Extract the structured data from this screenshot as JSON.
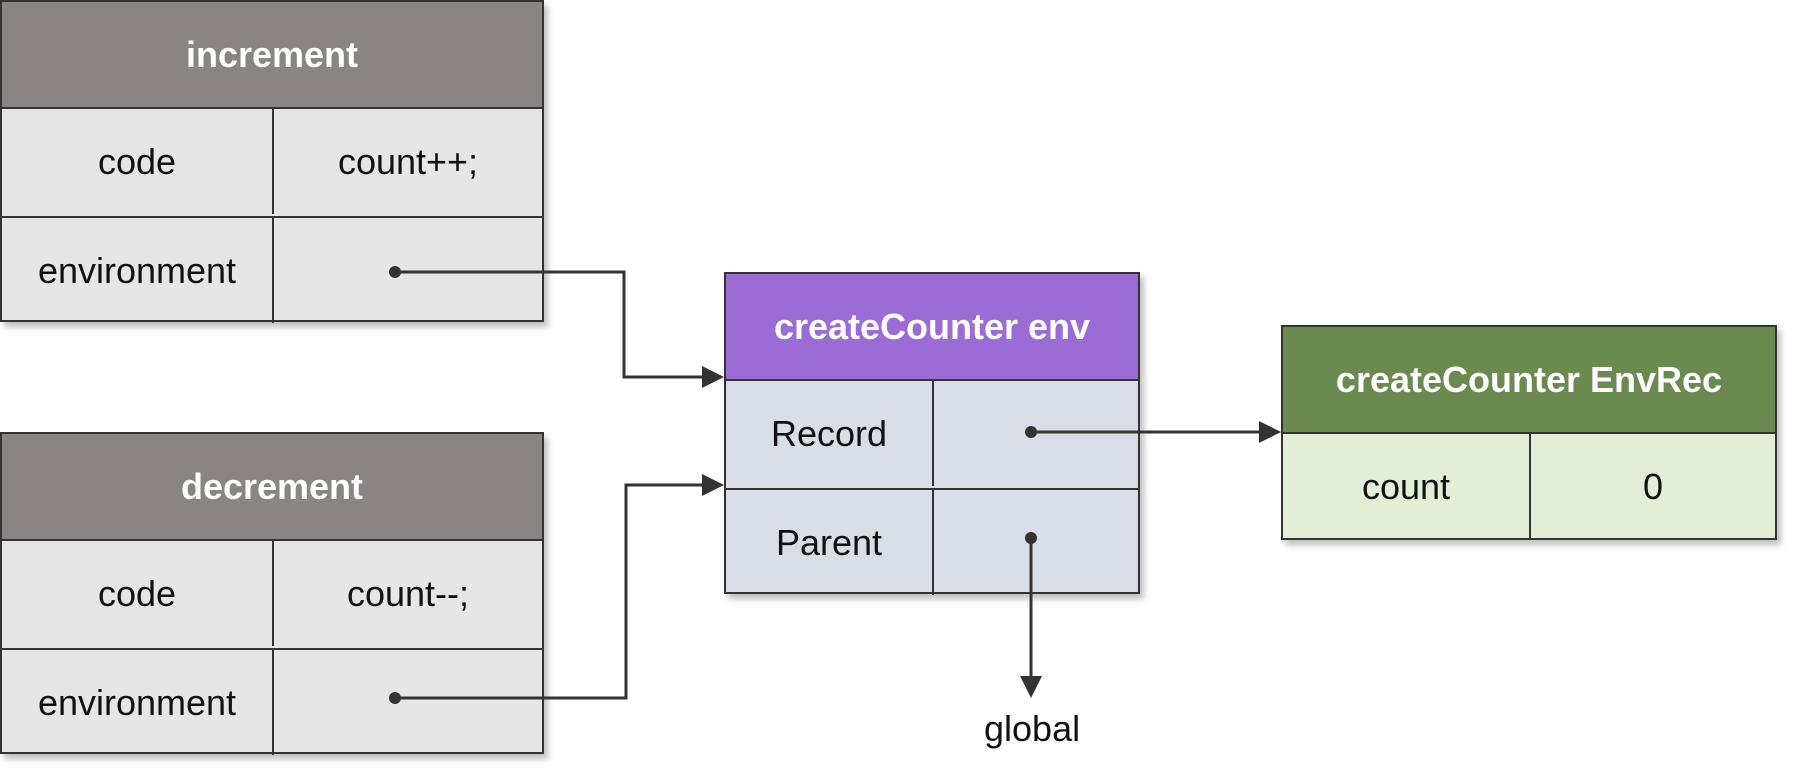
{
  "colors": {
    "function_header": "#8a8583",
    "function_body": "#e6e6e6",
    "env_header": "#9b6bd6",
    "env_body": "#d8dde6",
    "envrec_header": "#6b8a50",
    "envrec_body": "#e2eed6",
    "line": "#333333"
  },
  "increment": {
    "title": "increment",
    "rows": [
      {
        "key": "code",
        "value": "count++;"
      },
      {
        "key": "environment",
        "value": ""
      }
    ]
  },
  "decrement": {
    "title": "decrement",
    "rows": [
      {
        "key": "code",
        "value": "count--;"
      },
      {
        "key": "environment",
        "value": ""
      }
    ]
  },
  "env": {
    "title": "createCounter env",
    "rows": [
      {
        "key": "Record",
        "value": ""
      },
      {
        "key": "Parent",
        "value": ""
      }
    ]
  },
  "envrec": {
    "title": "createCounter EnvRec",
    "rows": [
      {
        "key": "count",
        "value": "0"
      }
    ]
  },
  "parent_target": "global"
}
